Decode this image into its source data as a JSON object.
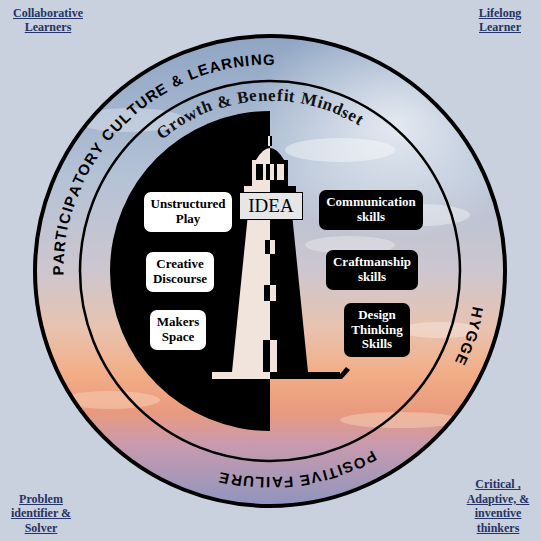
{
  "diagram": {
    "nodes": [
      {
        "text": [
          "PARTICIPATORY CULTURE & LEARNING",
          "HYGGE",
          "POSITIVE FAILURE"
        ]
      },
      {
        "text": [
          "Growth & Benefit Mindset"
        ],
        "in": 0
      },
      {
        "text": [
          "IDEA"
        ],
        "in": 1
      },
      {
        "text": [
          "Unstructured Play"
        ],
        "in": 1
      },
      {
        "text": [
          "Creative Discourse"
        ],
        "in": 1
      },
      {
        "text": [
          "Makers Space"
        ],
        "in": 1
      },
      {
        "text": [
          "Communication skills"
        ],
        "in": 1
      },
      {
        "text": [
          "Craftmanship skills"
        ],
        "in": 1
      },
      {
        "text": [
          "Design Thinking Skills"
        ],
        "in": 1
      }
    ],
    "labels": [
      "Collaborative Learners",
      "Lifelong Learner",
      "Problem identifier & Solver",
      "Critical , Adaptive, & inventive thinkers"
    ]
  }
}
